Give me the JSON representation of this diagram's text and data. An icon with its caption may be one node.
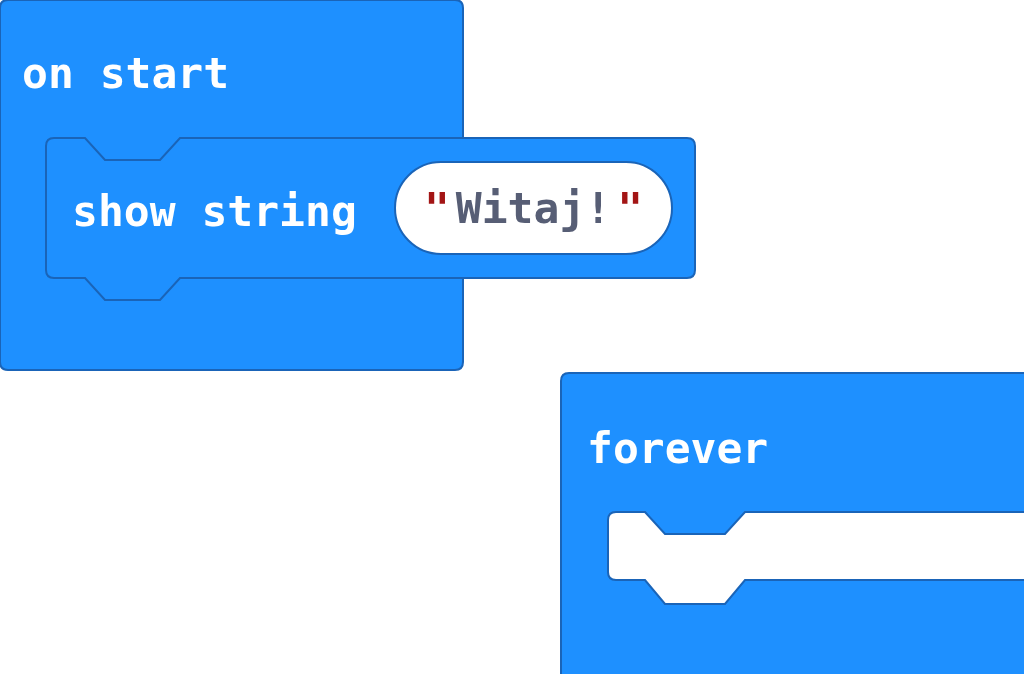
{
  "diagram": {
    "nodes": [
      {
        "text": [
          "on start"
        ]
      },
      {
        "text": [
          "show string"
        ]
      },
      {
        "text": [
          "\"",
          "Witaj!",
          "\""
        ],
        "in": 1
      },
      {
        "text": [
          "forever"
        ]
      }
    ]
  }
}
